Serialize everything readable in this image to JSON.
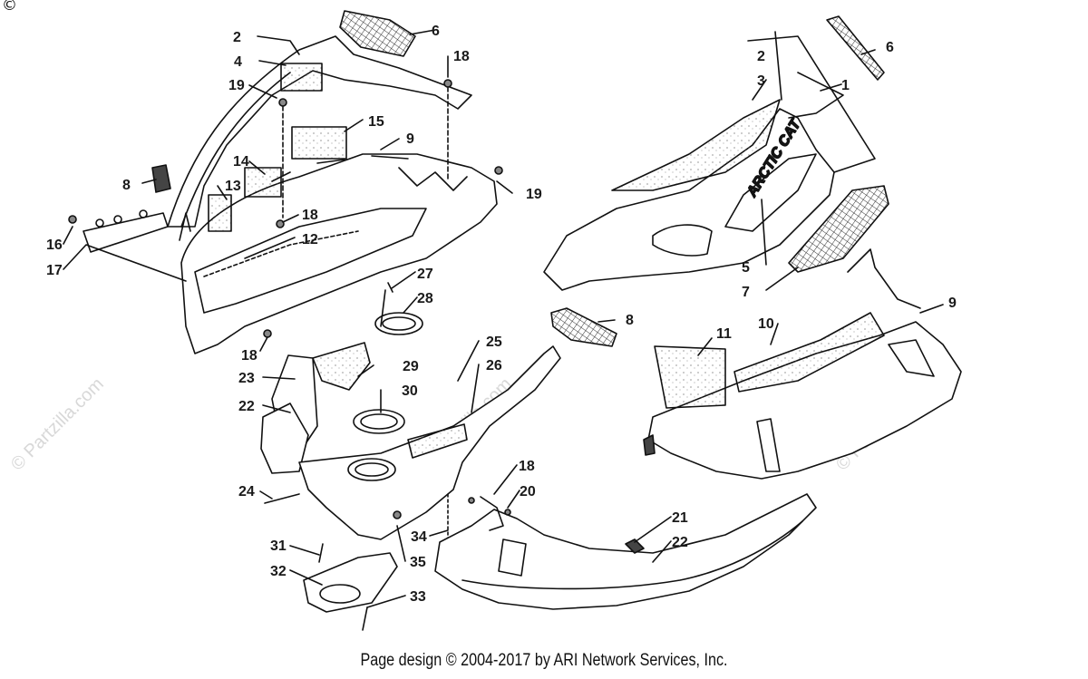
{
  "copyright_symbol": "©",
  "footer_text": "Page design © 2004-2017 by ARI Network Services, Inc.",
  "watermark_text": "© Partzilla.com",
  "brand_decal_text": "ARCTIC CAT",
  "callouts": [
    {
      "id": "c2a",
      "label": "2"
    },
    {
      "id": "c6a",
      "label": "6"
    },
    {
      "id": "c4",
      "label": "4"
    },
    {
      "id": "c18a",
      "label": "18"
    },
    {
      "id": "c19a",
      "label": "19"
    },
    {
      "id": "c15",
      "label": "15"
    },
    {
      "id": "c9a",
      "label": "9"
    },
    {
      "id": "c8a",
      "label": "8"
    },
    {
      "id": "c14",
      "label": "14"
    },
    {
      "id": "c13",
      "label": "13"
    },
    {
      "id": "c19b",
      "label": "19"
    },
    {
      "id": "c18b",
      "label": "18"
    },
    {
      "id": "c16",
      "label": "16"
    },
    {
      "id": "c12",
      "label": "12"
    },
    {
      "id": "c17",
      "label": "17"
    },
    {
      "id": "c27",
      "label": "27"
    },
    {
      "id": "c28",
      "label": "28"
    },
    {
      "id": "c18c",
      "label": "18"
    },
    {
      "id": "c25",
      "label": "25"
    },
    {
      "id": "c29",
      "label": "29"
    },
    {
      "id": "c26",
      "label": "26"
    },
    {
      "id": "c23",
      "label": "23"
    },
    {
      "id": "c30",
      "label": "30"
    },
    {
      "id": "c22a",
      "label": "22"
    },
    {
      "id": "c24",
      "label": "24"
    },
    {
      "id": "c18d",
      "label": "18"
    },
    {
      "id": "c20",
      "label": "20"
    },
    {
      "id": "c34",
      "label": "34"
    },
    {
      "id": "c31",
      "label": "31"
    },
    {
      "id": "c35",
      "label": "35"
    },
    {
      "id": "c32",
      "label": "32"
    },
    {
      "id": "c33",
      "label": "33"
    },
    {
      "id": "c21",
      "label": "21"
    },
    {
      "id": "c22b",
      "label": "22"
    },
    {
      "id": "c2b",
      "label": "2"
    },
    {
      "id": "c6b",
      "label": "6"
    },
    {
      "id": "c3",
      "label": "3"
    },
    {
      "id": "c1",
      "label": "1"
    },
    {
      "id": "c5",
      "label": "5"
    },
    {
      "id": "c7",
      "label": "7"
    },
    {
      "id": "c8b",
      "label": "8"
    },
    {
      "id": "c10",
      "label": "10"
    },
    {
      "id": "c11",
      "label": "11"
    },
    {
      "id": "c9b",
      "label": "9"
    }
  ]
}
